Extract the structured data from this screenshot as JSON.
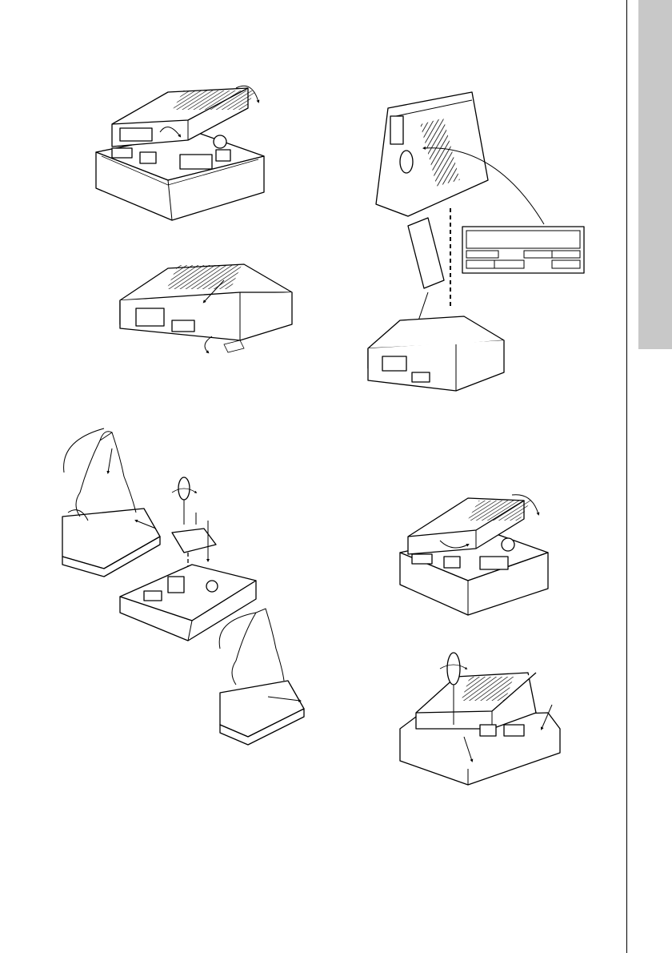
{
  "page": {
    "side_tab_color": "#c8c8c8",
    "line_color": "#000000"
  },
  "figures": [
    {
      "id": "fig-open-cover",
      "icon": "module-cover-lift-icon"
    },
    {
      "id": "fig-close-cover",
      "icon": "module-cover-press-icon"
    },
    {
      "id": "fig-label-placement",
      "icon": "label-placement-icon"
    },
    {
      "id": "fig-insert-board",
      "icon": "board-insertion-icon"
    },
    {
      "id": "fig-fold-down",
      "icon": "module-fold-down-icon"
    },
    {
      "id": "fig-screw-tighten",
      "icon": "screw-tighten-icon"
    }
  ]
}
